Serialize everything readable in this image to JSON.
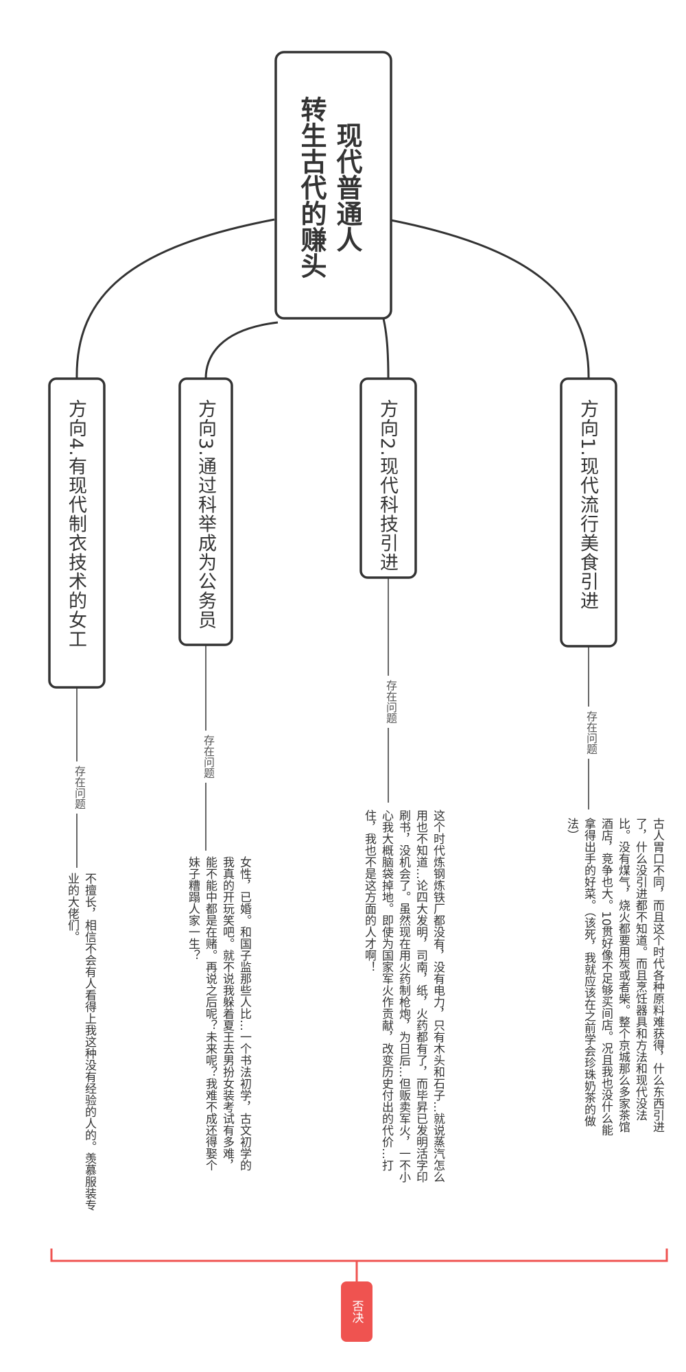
{
  "root": {
    "line1": "现代普通人",
    "line2": "转生古代的赚头"
  },
  "branches": [
    {
      "title": "方向1.现代流行美食引进",
      "label": "存在问题",
      "problem": "古人胃口不同，而且这个时代各种原料难获得，什么东西引进了，什么没引进都不知道。而且烹饪器具和方法和现代没法比。没有煤气，烧火都要用炭或者柴。整个京城那么多家茶馆酒店，竞争也大。10贯好像不足够买间店。况且我也没什么能拿得出手的好菜。（该死，我就应该在之前学会珍珠奶茶的做法）"
    },
    {
      "title": "方向2.现代科技引进",
      "label": "存在问题",
      "problem": "这个时代炼钢炼铁厂都没有，没有电力，只有木头和石子…就说蒸汽怎么用也不知道…论四大发明，司南，纸，火药都有了，而毕昇已发明活字印刷书，没机会了。虽然现在用火药制枪炮，为日后…但贩卖军火，一不小心我大概脑袋掉地。即使为国家军火作贡献，改变历史付出的代价…打住，我也不是这方面的人才啊！"
    },
    {
      "title": "方向3.通过科举成为公务员",
      "label": "存在问题",
      "problem": "女性，已婚。和国子监那些人比…一个书法初学，古文初学的我真的开玩笑吧。就不说我躲着夏王去男扮女装考试有多难，能不能中都是在赌。再说之后呢？未来呢？我难不成还得娶个妹子糟蹋人家一生？"
    },
    {
      "title": "方向4.有现代制衣技术的女工",
      "label": "存在问题",
      "problem": "不擅长，相信不会有人看得上我这种没有经验的人的。羡慕服装专业的大佬们。"
    }
  ],
  "verdict": "否决",
  "colors": {
    "line": "#333333",
    "box_border": "#333333",
    "box_fill": "#ffffff",
    "bracket": "#ef5350",
    "verdict_fill": "#ef5350",
    "verdict_text": "#ffffff"
  }
}
